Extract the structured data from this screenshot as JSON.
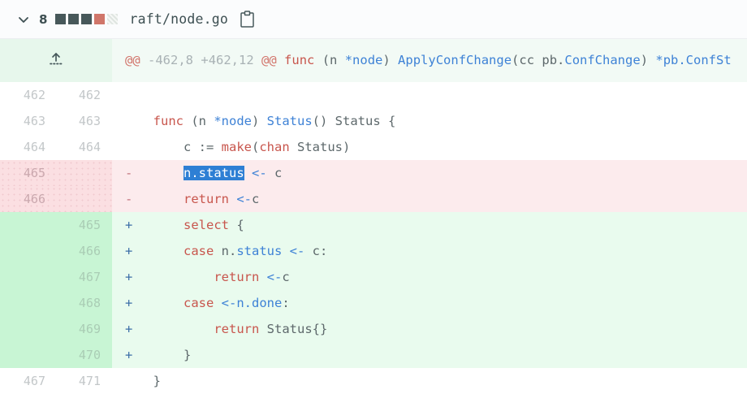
{
  "header": {
    "chevron_icon": "chevron-down-icon",
    "change_count": "8",
    "filename": "raft/node.go",
    "copy_icon": "clipboard-copy-icon",
    "diffstat_squares": [
      "#47585a",
      "#47585a",
      "#47585a",
      "#d0766a",
      "#e3e8e5"
    ],
    "colors": {
      "text": "#3d4f52",
      "added_square": "#47585a",
      "removed_square": "#d0766a",
      "neutral_square": "#e3e8e5"
    }
  },
  "hunk": {
    "expand_icon": "expand-up-icon",
    "range": "@@ -462,8 +462,12 @@",
    "at_marker": "@@",
    "old_range": "-462,8",
    "new_range": "+462,12",
    "context_signature": "func (n *node) ApplyConfChange(cc pb.ConfChange) *pb.ConfSt"
  },
  "rows": [
    {
      "type": "context",
      "old": "462",
      "new": "462",
      "marker": "",
      "code": ""
    },
    {
      "type": "context",
      "old": "463",
      "new": "463",
      "marker": "",
      "code": "func (n *node) Status() Status {",
      "tokens": [
        {
          "t": "  ",
          "c": "pl"
        },
        {
          "t": "func",
          "c": "kw"
        },
        {
          "t": " (n ",
          "c": "pl"
        },
        {
          "t": "*node",
          "c": "id"
        },
        {
          "t": ") ",
          "c": "pl"
        },
        {
          "t": "Status",
          "c": "fn"
        },
        {
          "t": "() Status {",
          "c": "pl"
        }
      ]
    },
    {
      "type": "context",
      "old": "464",
      "new": "464",
      "marker": "",
      "code": "c := make(chan Status)",
      "tokens": [
        {
          "t": "      c := ",
          "c": "pl"
        },
        {
          "t": "make",
          "c": "kw"
        },
        {
          "t": "(",
          "c": "pl"
        },
        {
          "t": "chan",
          "c": "kw"
        },
        {
          "t": " Status)",
          "c": "pl"
        }
      ]
    },
    {
      "type": "deletion",
      "old": "465",
      "new": "",
      "marker": "-",
      "code": "n.status <- c",
      "selected_text": "n.status",
      "tokens": [
        {
          "t": "      ",
          "c": "pl"
        },
        {
          "t": "n.status",
          "c": "sel"
        },
        {
          "t": " ",
          "c": "pl"
        },
        {
          "t": "<-",
          "c": "op"
        },
        {
          "t": " c",
          "c": "pl"
        }
      ]
    },
    {
      "type": "deletion",
      "old": "466",
      "new": "",
      "marker": "-",
      "code": "return <-c",
      "tokens": [
        {
          "t": "      ",
          "c": "pl"
        },
        {
          "t": "return",
          "c": "kw"
        },
        {
          "t": " ",
          "c": "pl"
        },
        {
          "t": "<-",
          "c": "op"
        },
        {
          "t": "c",
          "c": "pl"
        }
      ]
    },
    {
      "type": "addition",
      "old": "",
      "new": "465",
      "marker": "+",
      "code": "select {",
      "tokens": [
        {
          "t": "      ",
          "c": "pl"
        },
        {
          "t": "select",
          "c": "kw"
        },
        {
          "t": " {",
          "c": "pl"
        }
      ]
    },
    {
      "type": "addition",
      "old": "",
      "new": "466",
      "marker": "+",
      "code": "case n.status <- c:",
      "tokens": [
        {
          "t": "      ",
          "c": "pl"
        },
        {
          "t": "case",
          "c": "kw"
        },
        {
          "t": " n.",
          "c": "pl"
        },
        {
          "t": "status",
          "c": "id"
        },
        {
          "t": " ",
          "c": "pl"
        },
        {
          "t": "<-",
          "c": "op"
        },
        {
          "t": " c:",
          "c": "pl"
        }
      ]
    },
    {
      "type": "addition",
      "old": "",
      "new": "467",
      "marker": "+",
      "code": "return <-c",
      "tokens": [
        {
          "t": "          ",
          "c": "pl"
        },
        {
          "t": "return",
          "c": "kw"
        },
        {
          "t": " ",
          "c": "pl"
        },
        {
          "t": "<-",
          "c": "op"
        },
        {
          "t": "c",
          "c": "pl"
        }
      ]
    },
    {
      "type": "addition",
      "old": "",
      "new": "468",
      "marker": "+",
      "code": "case <-n.done:",
      "tokens": [
        {
          "t": "      ",
          "c": "pl"
        },
        {
          "t": "case",
          "c": "kw"
        },
        {
          "t": " ",
          "c": "pl"
        },
        {
          "t": "<-n.",
          "c": "op"
        },
        {
          "t": "done",
          "c": "id"
        },
        {
          "t": ":",
          "c": "pl"
        }
      ]
    },
    {
      "type": "addition",
      "old": "",
      "new": "469",
      "marker": "+",
      "code": "return Status{}",
      "tokens": [
        {
          "t": "          ",
          "c": "pl"
        },
        {
          "t": "return",
          "c": "kw"
        },
        {
          "t": " Status{}",
          "c": "pl"
        }
      ]
    },
    {
      "type": "addition",
      "old": "",
      "new": "470",
      "marker": "+",
      "code": "}",
      "tokens": [
        {
          "t": "      }",
          "c": "pl"
        }
      ]
    },
    {
      "type": "context",
      "old": "467",
      "new": "471",
      "marker": "",
      "code": "}",
      "tokens": [
        {
          "t": "  }",
          "c": "pl"
        }
      ]
    }
  ],
  "colors": {
    "addition_bg": "#e9fbee",
    "addition_gutter": "#c8f5d4",
    "deletion_bg": "#fcebed",
    "deletion_gutter": "#fbdfe2",
    "hunk_bg": "#f2faf5",
    "hunk_gutter": "#e7f7ec",
    "selection": "#2e7fd4",
    "keyword": "#c8564d",
    "identifier": "#3e82d6",
    "plain": "#5d686b",
    "linenumber": "#c3c7c9"
  }
}
